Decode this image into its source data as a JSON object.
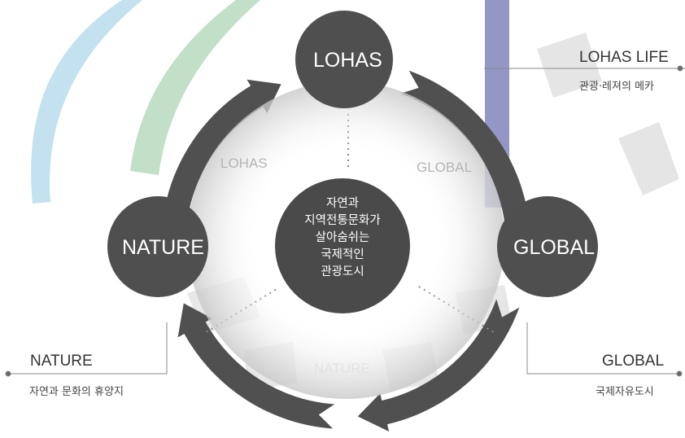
{
  "colors": {
    "ring": "#505050",
    "hub": "#4f4f4f",
    "center_disc": "#4a4a4a",
    "connector": "#8a8a8a",
    "bg_green": "#8fc59a",
    "bg_blue": "#79bcd9",
    "bg_navy": "#5b5fa8",
    "watermark": "#cfcfcf"
  },
  "hubs": {
    "top": "LOHAS",
    "left": "NATURE",
    "right": "GLOBAL"
  },
  "arc_labels": {
    "upper_left": "LOHAS",
    "upper_right": "GLOBAL",
    "bottom": "NATURE"
  },
  "center": {
    "lines": [
      "자연과",
      "지역전통문화가",
      "살아숨쉬는",
      "국제적인",
      "관광도시"
    ]
  },
  "side_labels": {
    "top_right": {
      "title": "LOHAS LIFE",
      "subtitle": "관광·레져의 메카"
    },
    "bottom_left": {
      "title": "NATURE",
      "subtitle": "자연과 문화의 휴양지"
    },
    "bottom_right": {
      "title": "GLOBAL",
      "subtitle": "국제자유도시"
    }
  }
}
